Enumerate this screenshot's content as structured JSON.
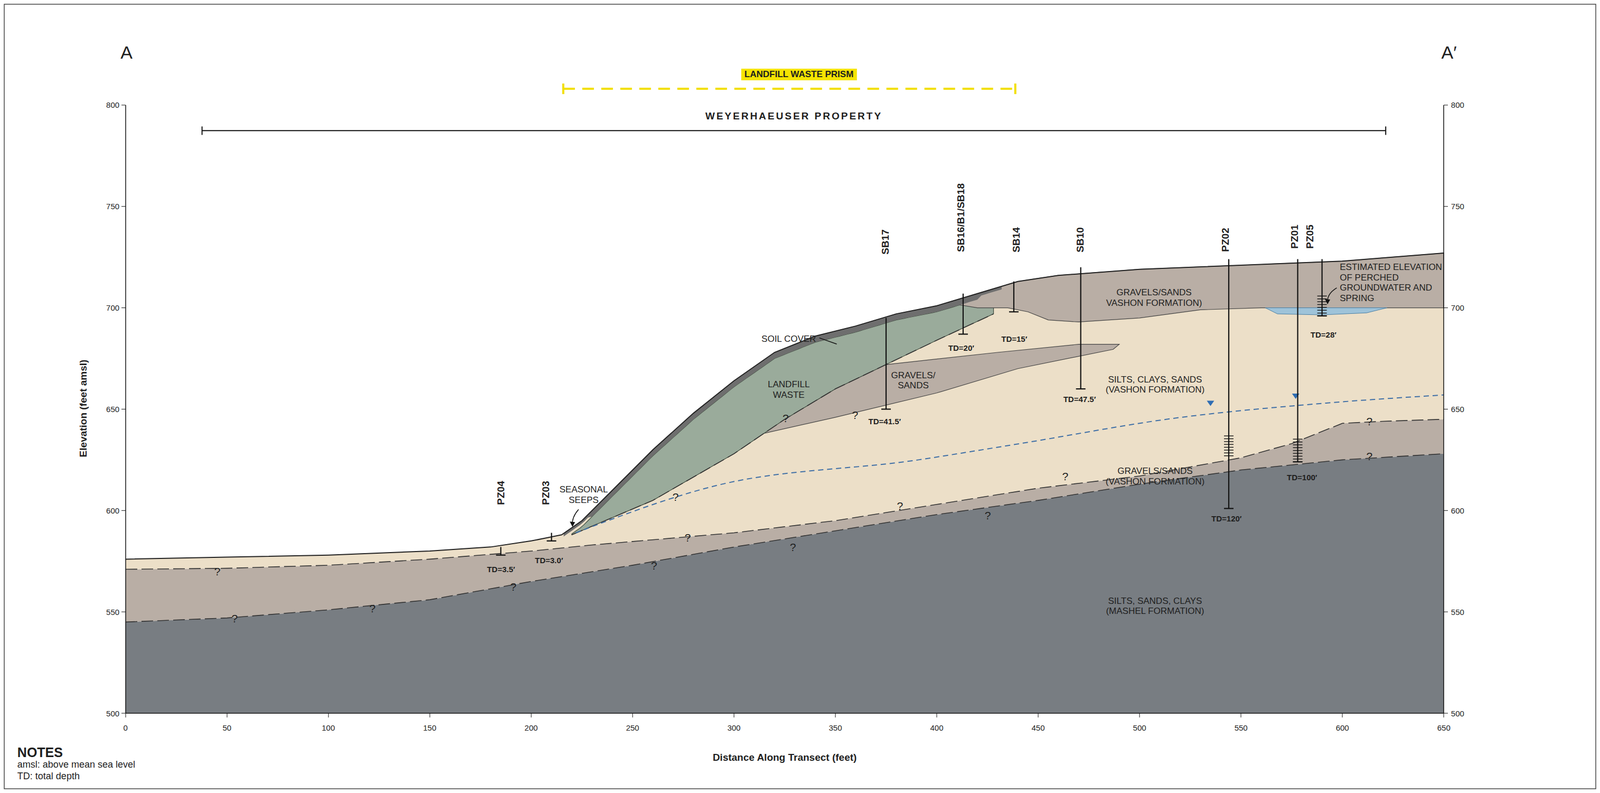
{
  "diagram": {
    "nodes": [
      {
        "text": [
          "LANDFILL WASTE PRISM"
        ]
      }
    ],
    "labels": [
      "A",
      "A′",
      "WEYERHAEUSER PROPERTY",
      "800",
      "750",
      "700",
      "650",
      "600",
      "550",
      "500",
      "800",
      "750",
      "700",
      "650",
      "600",
      "550",
      "500",
      "0",
      "50",
      "100",
      "150",
      "200",
      "250",
      "300",
      "350",
      "400",
      "450",
      "500",
      "550",
      "600",
      "650",
      "Elevation (feet amsl)",
      "Distance Along Transect (feet)",
      "SB17",
      "SB16/B1/SB18",
      "SB14",
      "SB10",
      "PZ02",
      "PZ01",
      "PZ05",
      "PZ04",
      "PZ03",
      "TD=41.5′",
      "TD=20′",
      "TD=15′",
      "TD=47.5′",
      "TD=120′",
      "TD=28′",
      "TD=100′",
      "TD=3.5′",
      "TD=3.0′",
      "SOIL COVER",
      "LANDFILL WASTE",
      "GRAVELS/ SANDS",
      "SILTS, CLAYS, SANDS (VASHON FORMATION)",
      "GRAVELS/SANDS VASHON FORMATION)",
      "ESTIMATED ELEVATION OF PERCHED GROUNDWATER AND SPRING",
      "GRAVELS/SANDS (VASHON FORMATION)",
      "SILTS, SANDS, CLAYS (MASHEL FORMATION)",
      "SEASONAL SEEPS",
      "NOTES",
      "amsl: above mean sea level",
      "TD: total depth",
      "?",
      "?",
      "?",
      "?",
      "?",
      "?",
      "?",
      "?",
      "?",
      "?",
      "?",
      "?",
      "?",
      "?",
      "?"
    ]
  }
}
